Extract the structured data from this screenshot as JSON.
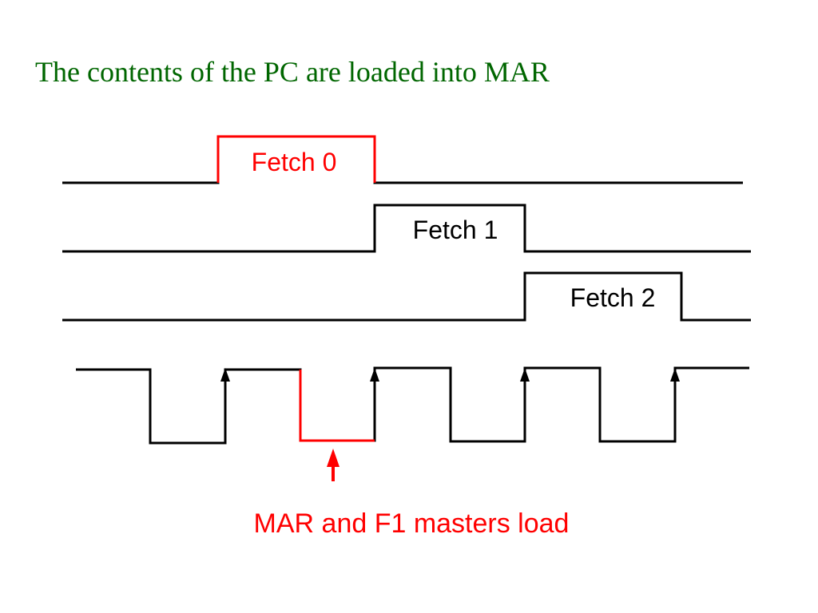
{
  "slide": {
    "title": "The contents of the PC are loaded into MAR"
  },
  "diagram": {
    "signals": [
      {
        "label": "Fetch 0",
        "highlighted": true
      },
      {
        "label": "Fetch 1",
        "highlighted": false
      },
      {
        "label": "Fetch 2",
        "highlighted": false
      }
    ],
    "annotation": {
      "text": "MAR and F1 masters load"
    }
  },
  "colors": {
    "title": "#006600",
    "highlight": "#ff0000",
    "line": "#000000"
  }
}
